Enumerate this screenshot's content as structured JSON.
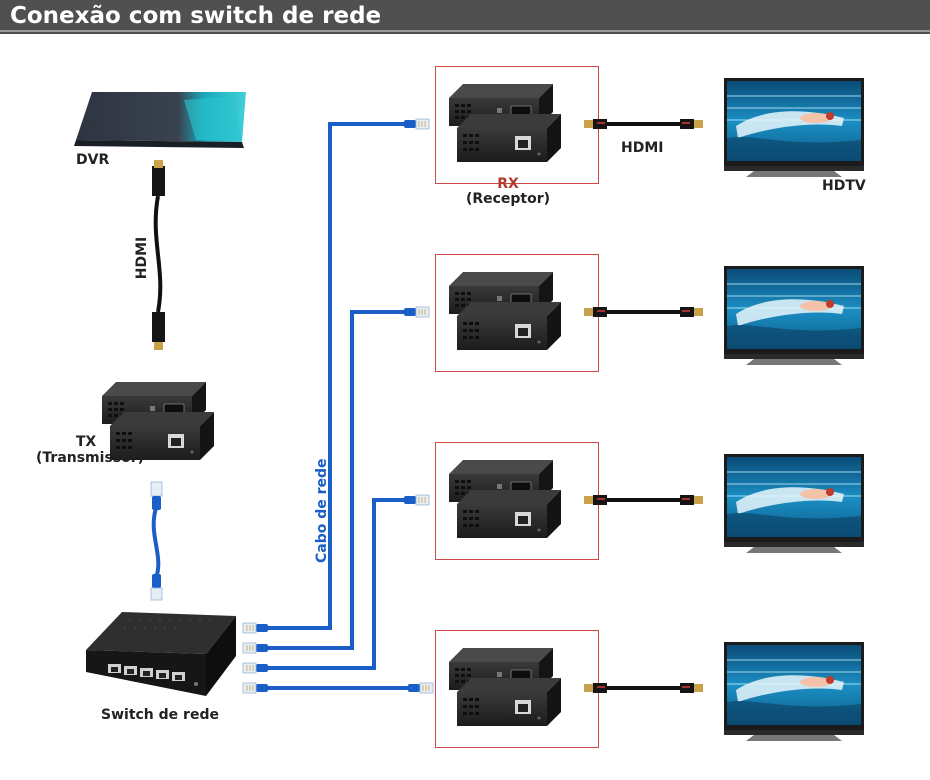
{
  "title": "Conexão com switch de rede",
  "labels": {
    "dvr": "DVR",
    "hdmi_vertical": "HDMI",
    "tx": "TX",
    "tx_sub": "(Transmissor)",
    "switch": "Switch de rede",
    "cable": "Cabo de rede",
    "rx": "RX",
    "rx_sub": "(Receptor)",
    "hdmi_horizontal": "HDMI",
    "hdtv": "HDTV"
  },
  "receivers": [
    {
      "id": "rx-1"
    },
    {
      "id": "rx-2"
    },
    {
      "id": "rx-3"
    },
    {
      "id": "rx-4"
    }
  ],
  "colors": {
    "header_bg": "#505050",
    "network_cable": "#1a5fc8",
    "rx_box_border": "#d04848",
    "device_body": "#2b2b2b",
    "hdmi_cable": "#111111",
    "hdmi_plug": "#c9a24a",
    "label_text": "#222222"
  },
  "icons": [
    "dvr-icon",
    "tv-icon",
    "extender-icon",
    "switch-icon",
    "hdmi-plug-icon",
    "rj45-plug-icon"
  ]
}
